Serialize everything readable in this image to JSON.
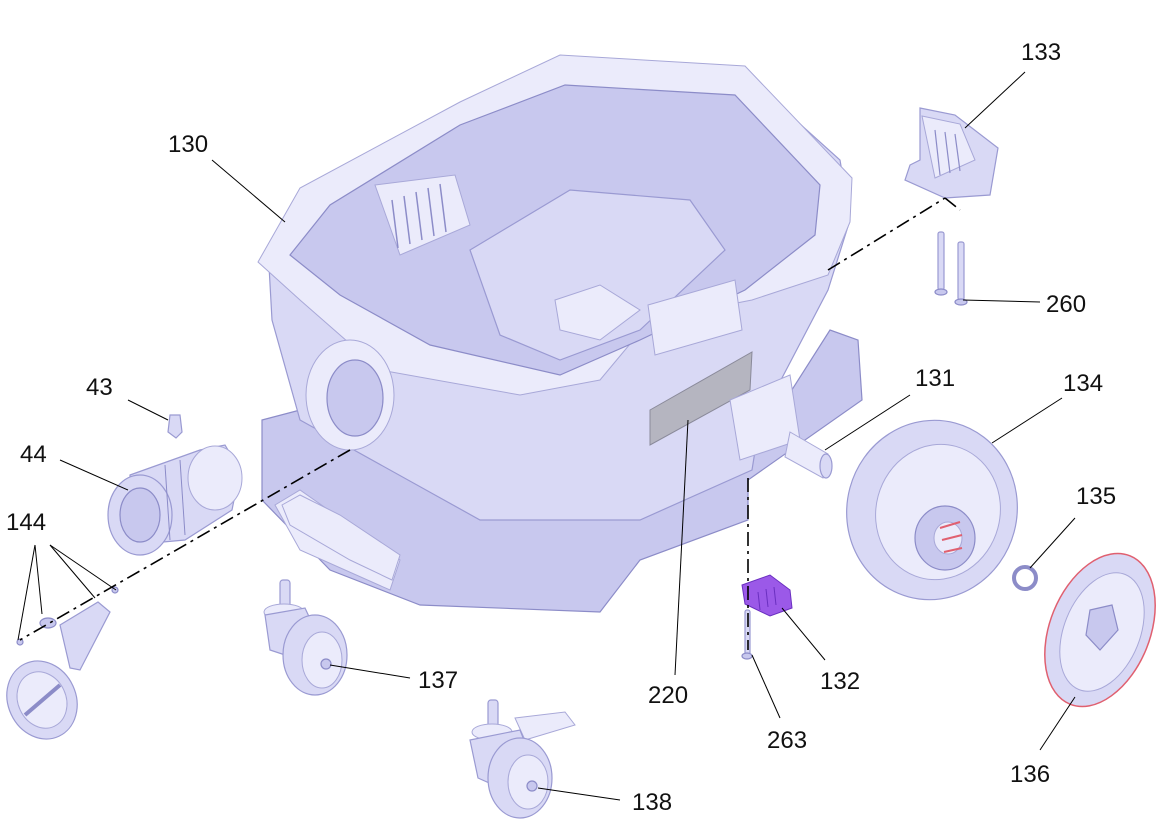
{
  "labels": {
    "p130": "130",
    "p133": "133",
    "p260": "260",
    "p43": "43",
    "p44": "44",
    "p144": "144",
    "p131": "131",
    "p134": "134",
    "p135": "135",
    "p137": "137",
    "p220": "220",
    "p132": "132",
    "p263": "263",
    "p136": "136",
    "p138": "138"
  },
  "colors": {
    "part_fill": "#d9d9f5",
    "part_stroke": "#9a9ad2",
    "highlight_part": "#9b59e8",
    "label_plate": "#b5b5c0",
    "seal_ring": "#e06070"
  }
}
